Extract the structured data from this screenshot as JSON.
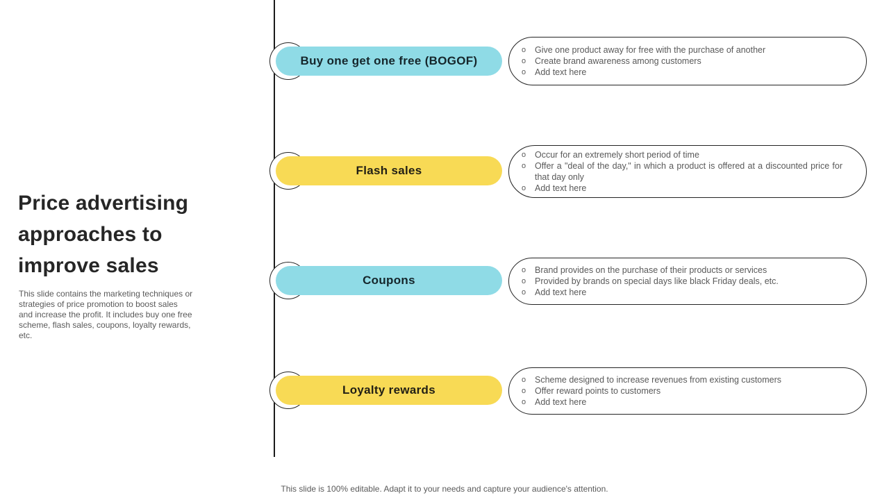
{
  "slide": {
    "title": "Price advertising approaches to improve sales",
    "subtitle": "This slide contains the marketing techniques or strategies of price promotion to boost sales and increase the profit. It includes buy one free scheme, flash sales, coupons, loyalty rewards, etc.",
    "footer": "This slide is 100% editable. Adapt it to your needs and capture your audience's attention."
  },
  "theme": {
    "accent_cyan": "#8fdbe6",
    "accent_yellow": "#f8da55",
    "ink": "#212121",
    "muted_text": "#595959",
    "outline": "#1f1f1f",
    "background": "#ffffff"
  },
  "rows": [
    {
      "label": "Buy one get one free (BOGOF)",
      "color": "cyan",
      "bullets": [
        "Give one product away for free with the purchase of another",
        "Create brand awareness among customers",
        "Add text here"
      ]
    },
    {
      "label": "Flash sales",
      "color": "yellow",
      "bullets": [
        "Occur for an extremely short period of time",
        "Offer a \"deal of the day,\" in which a product is offered at a discounted price for that day only",
        "Add text here"
      ]
    },
    {
      "label": "Coupons",
      "color": "cyan",
      "bullets": [
        "Brand provides on the purchase of their products or services",
        "Provided by brands on special days like black Friday deals, etc.",
        "Add text here"
      ]
    },
    {
      "label": "Loyalty rewards",
      "color": "yellow",
      "bullets": [
        "Scheme designed to increase revenues from existing customers",
        "Offer reward points to customers",
        "Add text here"
      ]
    }
  ]
}
